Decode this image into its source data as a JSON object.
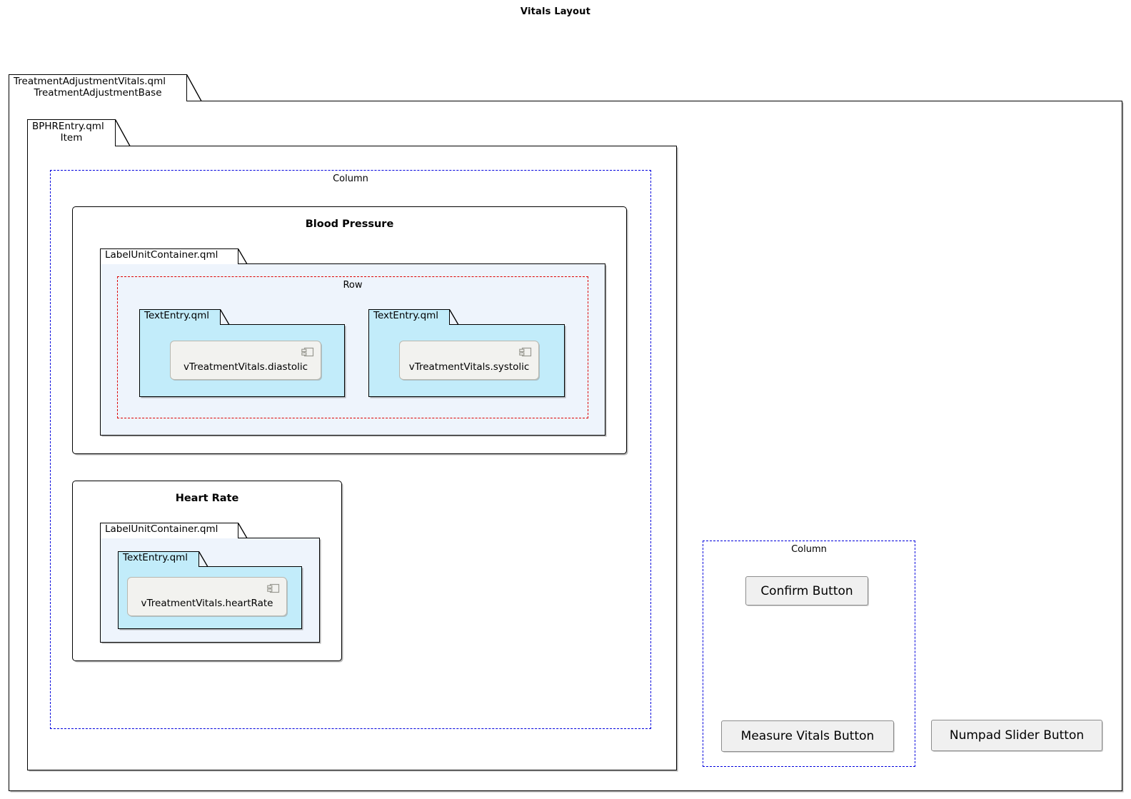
{
  "diagram": {
    "title": "Vitals Layout"
  },
  "packages": {
    "treatment_adjustment_vitals": {
      "file": "TreatmentAdjustmentVitals.qml",
      "type": "TreatmentAdjustmentBase"
    },
    "bphr_entry": {
      "file": "BPHREntry.qml",
      "type": "Item"
    },
    "label_unit_container_bp": {
      "file": "LabelUnitContainer.qml"
    },
    "label_unit_container_hr": {
      "file": "LabelUnitContainer.qml"
    },
    "text_entry_diastolic": {
      "file": "TextEntry.qml"
    },
    "text_entry_systolic": {
      "file": "TextEntry.qml"
    },
    "text_entry_heart_rate": {
      "file": "TextEntry.qml"
    }
  },
  "groups": {
    "outer_column": {
      "label": "Column"
    },
    "bp_row": {
      "label": "Row"
    },
    "button_column": {
      "label": "Column"
    }
  },
  "sections": {
    "blood_pressure": {
      "title": "Blood Pressure"
    },
    "heart_rate": {
      "title": "Heart Rate"
    }
  },
  "components": {
    "diastolic": {
      "label": "vTreatmentVitals.diastolic",
      "icon": "uml-component-icon"
    },
    "systolic": {
      "label": "vTreatmentVitals.systolic",
      "icon": "uml-component-icon"
    },
    "heart_rate": {
      "label": "vTreatmentVitals.heartRate",
      "icon": "uml-component-icon"
    }
  },
  "buttons": {
    "confirm": {
      "label": "Confirm Button"
    },
    "measure_vitals": {
      "label": "Measure Vitals Button"
    },
    "numpad_slider": {
      "label": "Numpad Slider Button"
    }
  },
  "colors": {
    "package_blue_fill": "#c2ecfa",
    "container_light_fill": "#eef4fc",
    "component_fill": "#f2f2ef",
    "column_dash": "#0000dd",
    "row_dash": "#dd0000",
    "button_fill": "#f0f0f0"
  }
}
